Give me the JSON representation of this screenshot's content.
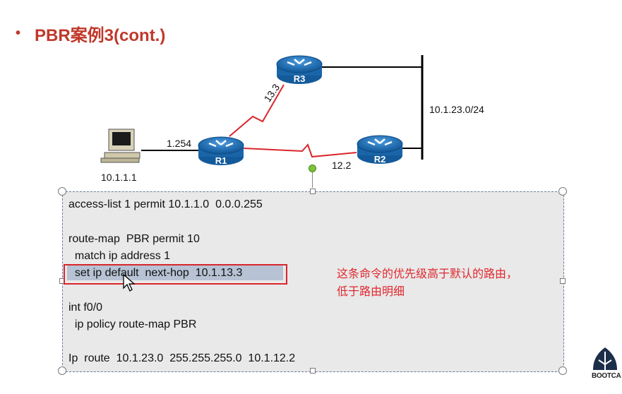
{
  "slide": {
    "bullet": "•",
    "title": "PBR案例3(cont.)"
  },
  "topology": {
    "routers": [
      {
        "label": "R1"
      },
      {
        "label": "R2"
      },
      {
        "label": "R3"
      }
    ],
    "labels": {
      "r3_link": "13.3",
      "r1_host_side": "1.254",
      "host_ip": "10.1.1.1",
      "r2_link": "12.2",
      "subnet": "10.1.23.0/24"
    },
    "colors": {
      "router_blue": "#1f6fb3",
      "serial_link": "#d9262c"
    }
  },
  "config": {
    "lines": [
      "access-list 1 permit 10.1.1.0  0.0.0.255",
      "route-map  PBR permit 10",
      "  match ip address 1",
      "  set ip default  next-hop  10.1.13.3",
      "int f0/0",
      "  ip policy route-map PBR",
      "Ip  route  10.1.23.0  255.255.255.0  10.1.12.2"
    ]
  },
  "annotation": {
    "line1": "这条命令的优先级高于默认的路由，",
    "line2": "低于路由明细"
  },
  "logo": {
    "text": "BOOTCA"
  }
}
